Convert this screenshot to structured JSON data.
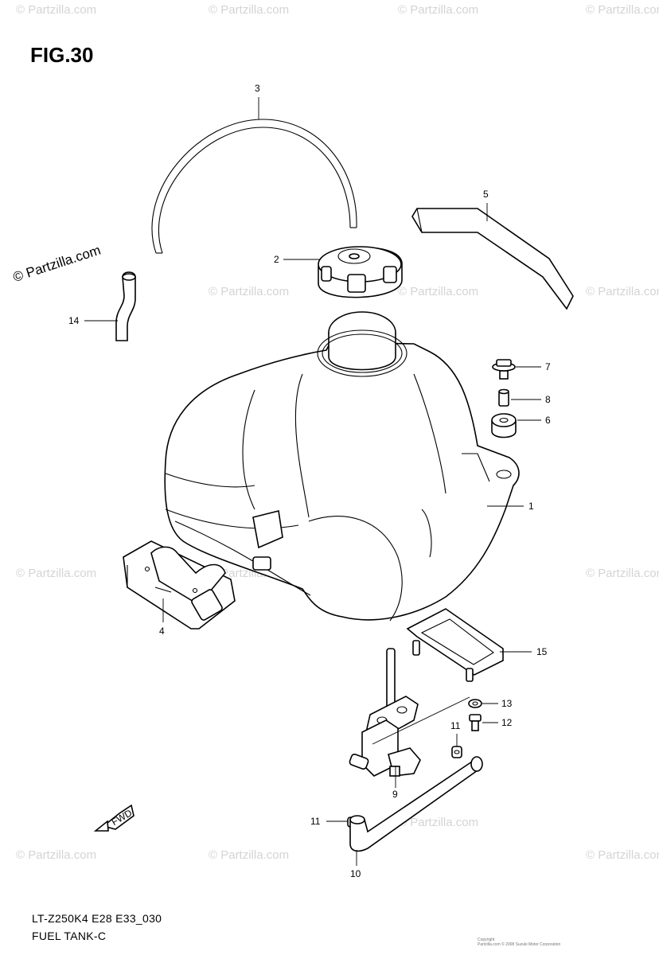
{
  "figure": {
    "title": "FIG.30",
    "model_code": "LT-Z250K4 E28 E33_030",
    "part_name": "FUEL TANK-C",
    "copyright_small": "Copyright",
    "copyright_small2": "Partzilla.com © 2008 Suzuki Motor Corporation"
  },
  "watermarks": {
    "text": "© Partzilla.com",
    "diagonal_text": "© Partzilla.com"
  },
  "callouts": {
    "c1": "1",
    "c2": "2",
    "c3": "3",
    "c4": "4",
    "c5": "5",
    "c6": "6",
    "c7": "7",
    "c8": "8",
    "c9": "9",
    "c10": "10",
    "c11a": "11",
    "c11b": "11",
    "c12": "12",
    "c13": "13",
    "c14": "14",
    "c15": "15"
  },
  "badges": {
    "fwd": "FWD"
  },
  "colors": {
    "line": "#000000",
    "watermark": "#d4d4d4",
    "background": "#ffffff"
  }
}
